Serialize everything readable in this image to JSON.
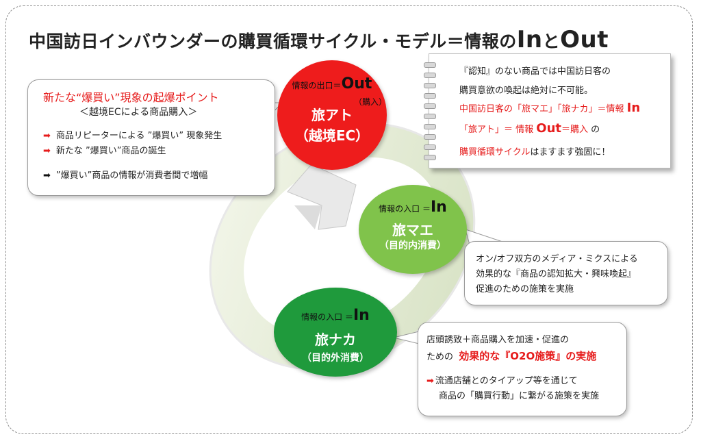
{
  "title": {
    "main": "中国訪日インバウンダーの購買循環サイクル・モデル＝情報の",
    "in": "In",
    "to": "と",
    "out": "Out"
  },
  "circles": {
    "out": {
      "head": "情報の出口＝",
      "head_en": "Out",
      "sub_note": "（購入）",
      "name": "旅アト",
      "sub": "（越境EC）",
      "color": "#ee1c1c"
    },
    "mae": {
      "head": "情報の入口 ＝",
      "head_en": "In",
      "name": "旅マエ",
      "sub": "（目的内消費）",
      "color": "#80c34b"
    },
    "naka": {
      "head": "情報の入口 ＝",
      "head_en": "In",
      "name": "旅ナカ",
      "sub": "（目的外消費）",
      "color": "#1f9a3c"
    }
  },
  "left_box": {
    "head": "新たな“爆買い”現象の起爆ポイント",
    "sub": "＜越境ECによる商品購入＞",
    "items": [
      "商品リピーターによる ”爆買い” 現象発生",
      "新たな ”爆買い”商品の誕生",
      "”爆買い”商品の情報が消費者間で増幅"
    ]
  },
  "notebook": {
    "line1": "『認知』のない商品では中国訪日客の",
    "line2": "購買意欲の喚起は絶対に不可能。",
    "line3a": "中国訪日客の「旅マエ」「旅ナカ」＝情報",
    "line3b": "In",
    "line4a": "「旅アト」＝ 情報",
    "line4b": "Out",
    "line4c": "＝購入",
    "line4d": "の",
    "line5a": "購買循環サイクル",
    "line5b": "はますます強固に！"
  },
  "right_box1": {
    "line1": "オン/オフ双方のメディア・ミクスによる",
    "line2": "効果的な『商品の認知拡大・興味喚起』",
    "line3": "促進のための施策を実施"
  },
  "right_box2": {
    "line1": "店頭誘致＋商品購入を加速・促進の",
    "line2a": "ための",
    "line2b": "効果的な『O2O施策』の実施",
    "line3": "流通店舗とのタイアップ等を通じて",
    "line4": "商品の「購買行動」に繋がる施策を実施"
  },
  "icons": {
    "arrow_right": "➡"
  }
}
